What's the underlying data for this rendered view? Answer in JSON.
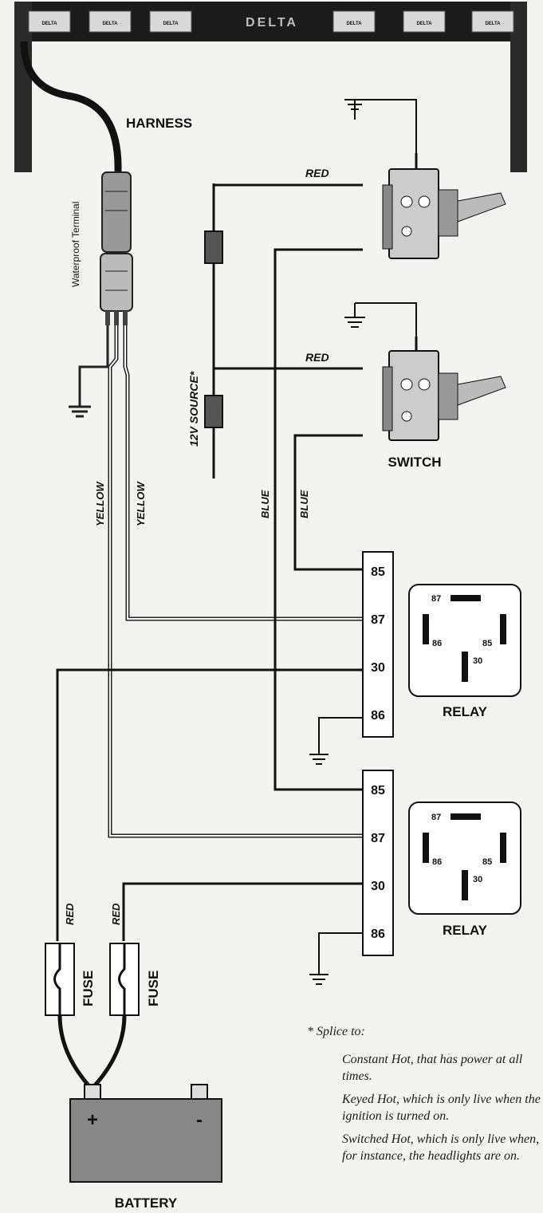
{
  "light_bar": {
    "lamp_label": "DELTA",
    "center_logo": "DELTA"
  },
  "labels": {
    "harness": "HARNESS",
    "waterproof_terminal": "Waterproof Terminal",
    "source_12v": "12V SOURCE*",
    "red": "RED",
    "blue": "BLUE",
    "yellow": "YELLOW",
    "switch": "SWITCH",
    "relay": "RELAY",
    "fuse": "FUSE",
    "battery": "BATTERY",
    "plus": "+",
    "minus": "-"
  },
  "relay_pins": [
    "85",
    "87",
    "30",
    "86"
  ],
  "relay_symbol_pins": {
    "p87": "87",
    "p86": "86",
    "p85": "85",
    "p30": "30"
  },
  "footnote": {
    "heading": "* Splice to:",
    "items": [
      "Constant Hot, that has power at all times.",
      "Keyed Hot, which is only live when the ignition is turned on.",
      "Switched Hot, which is only live when, for instance, the headlights are on."
    ]
  }
}
